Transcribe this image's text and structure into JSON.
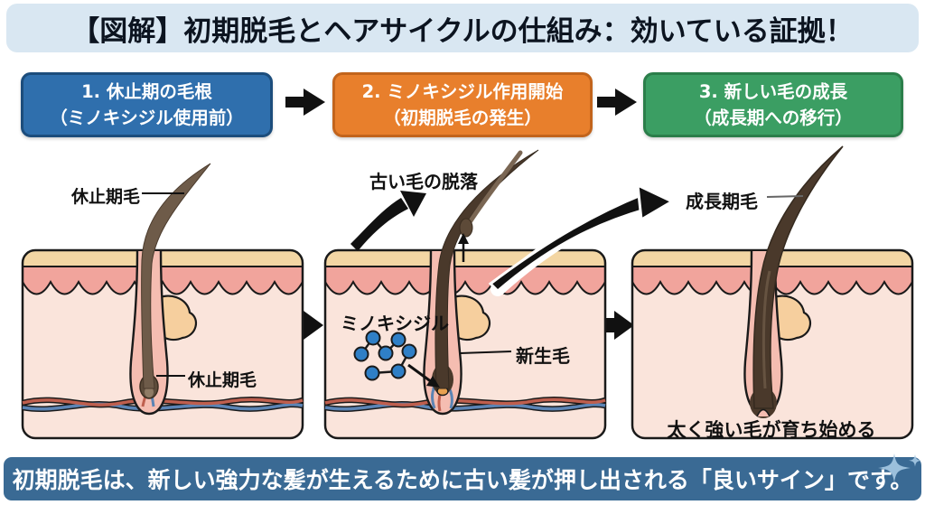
{
  "title": "【図解】初期脱毛とヘアサイクルの仕組み：効いている証拠！",
  "steps": [
    {
      "line1": "1. 休止期の毛根",
      "line2": "（ミノキシジル使用前）",
      "bg": "#2f6fad",
      "border": "#1c4d7c"
    },
    {
      "line1": "2. ミノキシジル作用開始",
      "line2": "（初期脱毛の発生）",
      "bg": "#e87f2c",
      "border": "#c2641c"
    },
    {
      "line1": "3. 新しい毛の成長",
      "line2": "（成長期への移行）",
      "bg": "#3b9e63",
      "border": "#2b7e4a"
    }
  ],
  "panels": {
    "p1": {
      "hair_label": "休止期毛",
      "follicle_label": "休止期毛"
    },
    "p2": {
      "shed_label": "古い毛の脱落",
      "drug_label": "ミノキシジル",
      "new_hair_label": "新生毛"
    },
    "p3": {
      "hair_label": "成長期毛",
      "caption": "太く強い毛が育ち始める"
    }
  },
  "footer": {
    "text": "初期脱毛は、新しい強力な髪が生えるために古い髪が押し出される「良いサイン」です。",
    "sparkle_icon": "sparkle-icon"
  },
  "colors": {
    "title_bg": "#d9e7f2",
    "title_text": "#0c1420",
    "footer_bg": "#3a6a94",
    "footer_text": "#ffffff",
    "sparkle": "#9cc0dc",
    "step1_bg": "#2f6fad",
    "step2_bg": "#e87f2c",
    "step3_bg": "#3b9e63",
    "molecule_blue": "#2f7fc6",
    "skin_dermis": "#fae4db",
    "skin_epidermis": "#f1a49c",
    "skin_surface": "#f3d6a4",
    "follicle_pink": "#f5bdb1",
    "sebaceous_gland": "#f6cf9e",
    "hair_dark": "#4a392b",
    "hair_telogen": "#6e5b49",
    "vessel_red": "#bf5f4e",
    "vessel_blue": "#5b84b5",
    "arrow_black": "#111111"
  }
}
